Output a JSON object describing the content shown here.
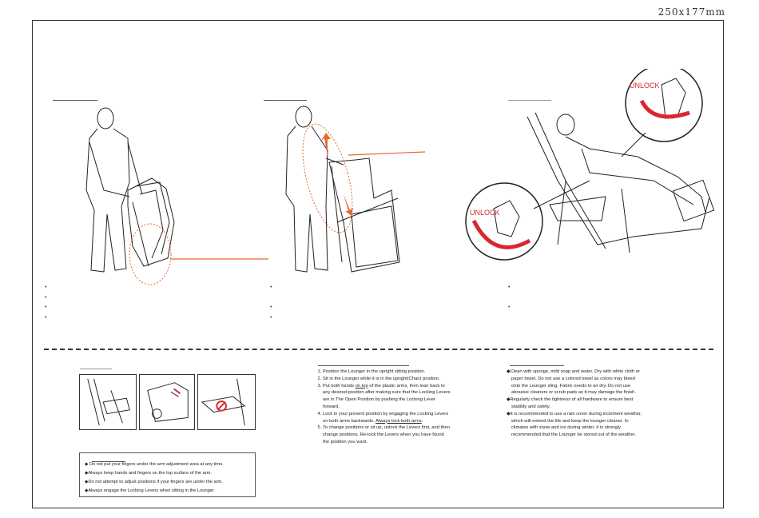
{
  "page": {
    "size_label": "250x177mm"
  },
  "figures": {
    "unlock_top": "UNLOCK",
    "unlock_bottom": "UNLOCK"
  },
  "colors": {
    "accent": "#e8672a",
    "red": "#d9272e",
    "line": "#222222"
  },
  "icons": [
    "person-folded-chair-icon",
    "person-opening-chair-icon",
    "reclining-person-icon",
    "lever-unlock-icon"
  ],
  "bullets": {
    "col1": [
      "•",
      "•",
      "•",
      "•"
    ],
    "col2": [
      "•",
      "•",
      "•"
    ],
    "col3": [
      "•",
      "•"
    ]
  },
  "instructions": {
    "steps": [
      {
        "parts": [
          "Position the Lounger in the upright sitting position."
        ]
      },
      {
        "parts": [
          "Sit in the Lounger while it is in the upright(Chair) position."
        ]
      },
      {
        "pre": "Put both hands ",
        "u": "on top",
        "post": " of the plastic arms, then lean back to any desired position after making sure that the Locking Levers are in The Open Position by pushing the Locking Lever forward."
      },
      {
        "pre": "Lock in your present position by engaging the Locking Levers on both arms backwards. ",
        "u": "Always lock both arms",
        "post": "."
      },
      {
        "parts": [
          "To change positions or sit up, unlock the Levers first, and then change positions. Re-lock the Levers when you have found the position you want."
        ]
      }
    ]
  },
  "care": {
    "items": [
      "◆Clean with sponge, mild soap and water. Dry with white cloth or paper towel. Do not use a colored towel as colors may bleed onto the Lounger sling. Fabric needs to air dry. Do not use abrasive cleaners or scrub pads as it may damage the finish.",
      "◆Regularly check the tightness of all hardware to ensure best stability and safety.",
      "◆It is recommended to use a rain cover during inclement weather, which will extend the life and keep the lounger cleaner. In climates with snow and ice during winter, it is strongly recommended that the Lounger be stored out of the weather."
    ]
  },
  "warnings": [
    "◆ Do not put your fingers under the arm  adjustment area at any time.",
    "◆Always keep hands and fingers on the top surface of the arm.",
    "◆Do not attempt to adjust positions if your fingers are under the arm.",
    "◆Always engage the Locking Levers when sitting in the Lounger ."
  ]
}
